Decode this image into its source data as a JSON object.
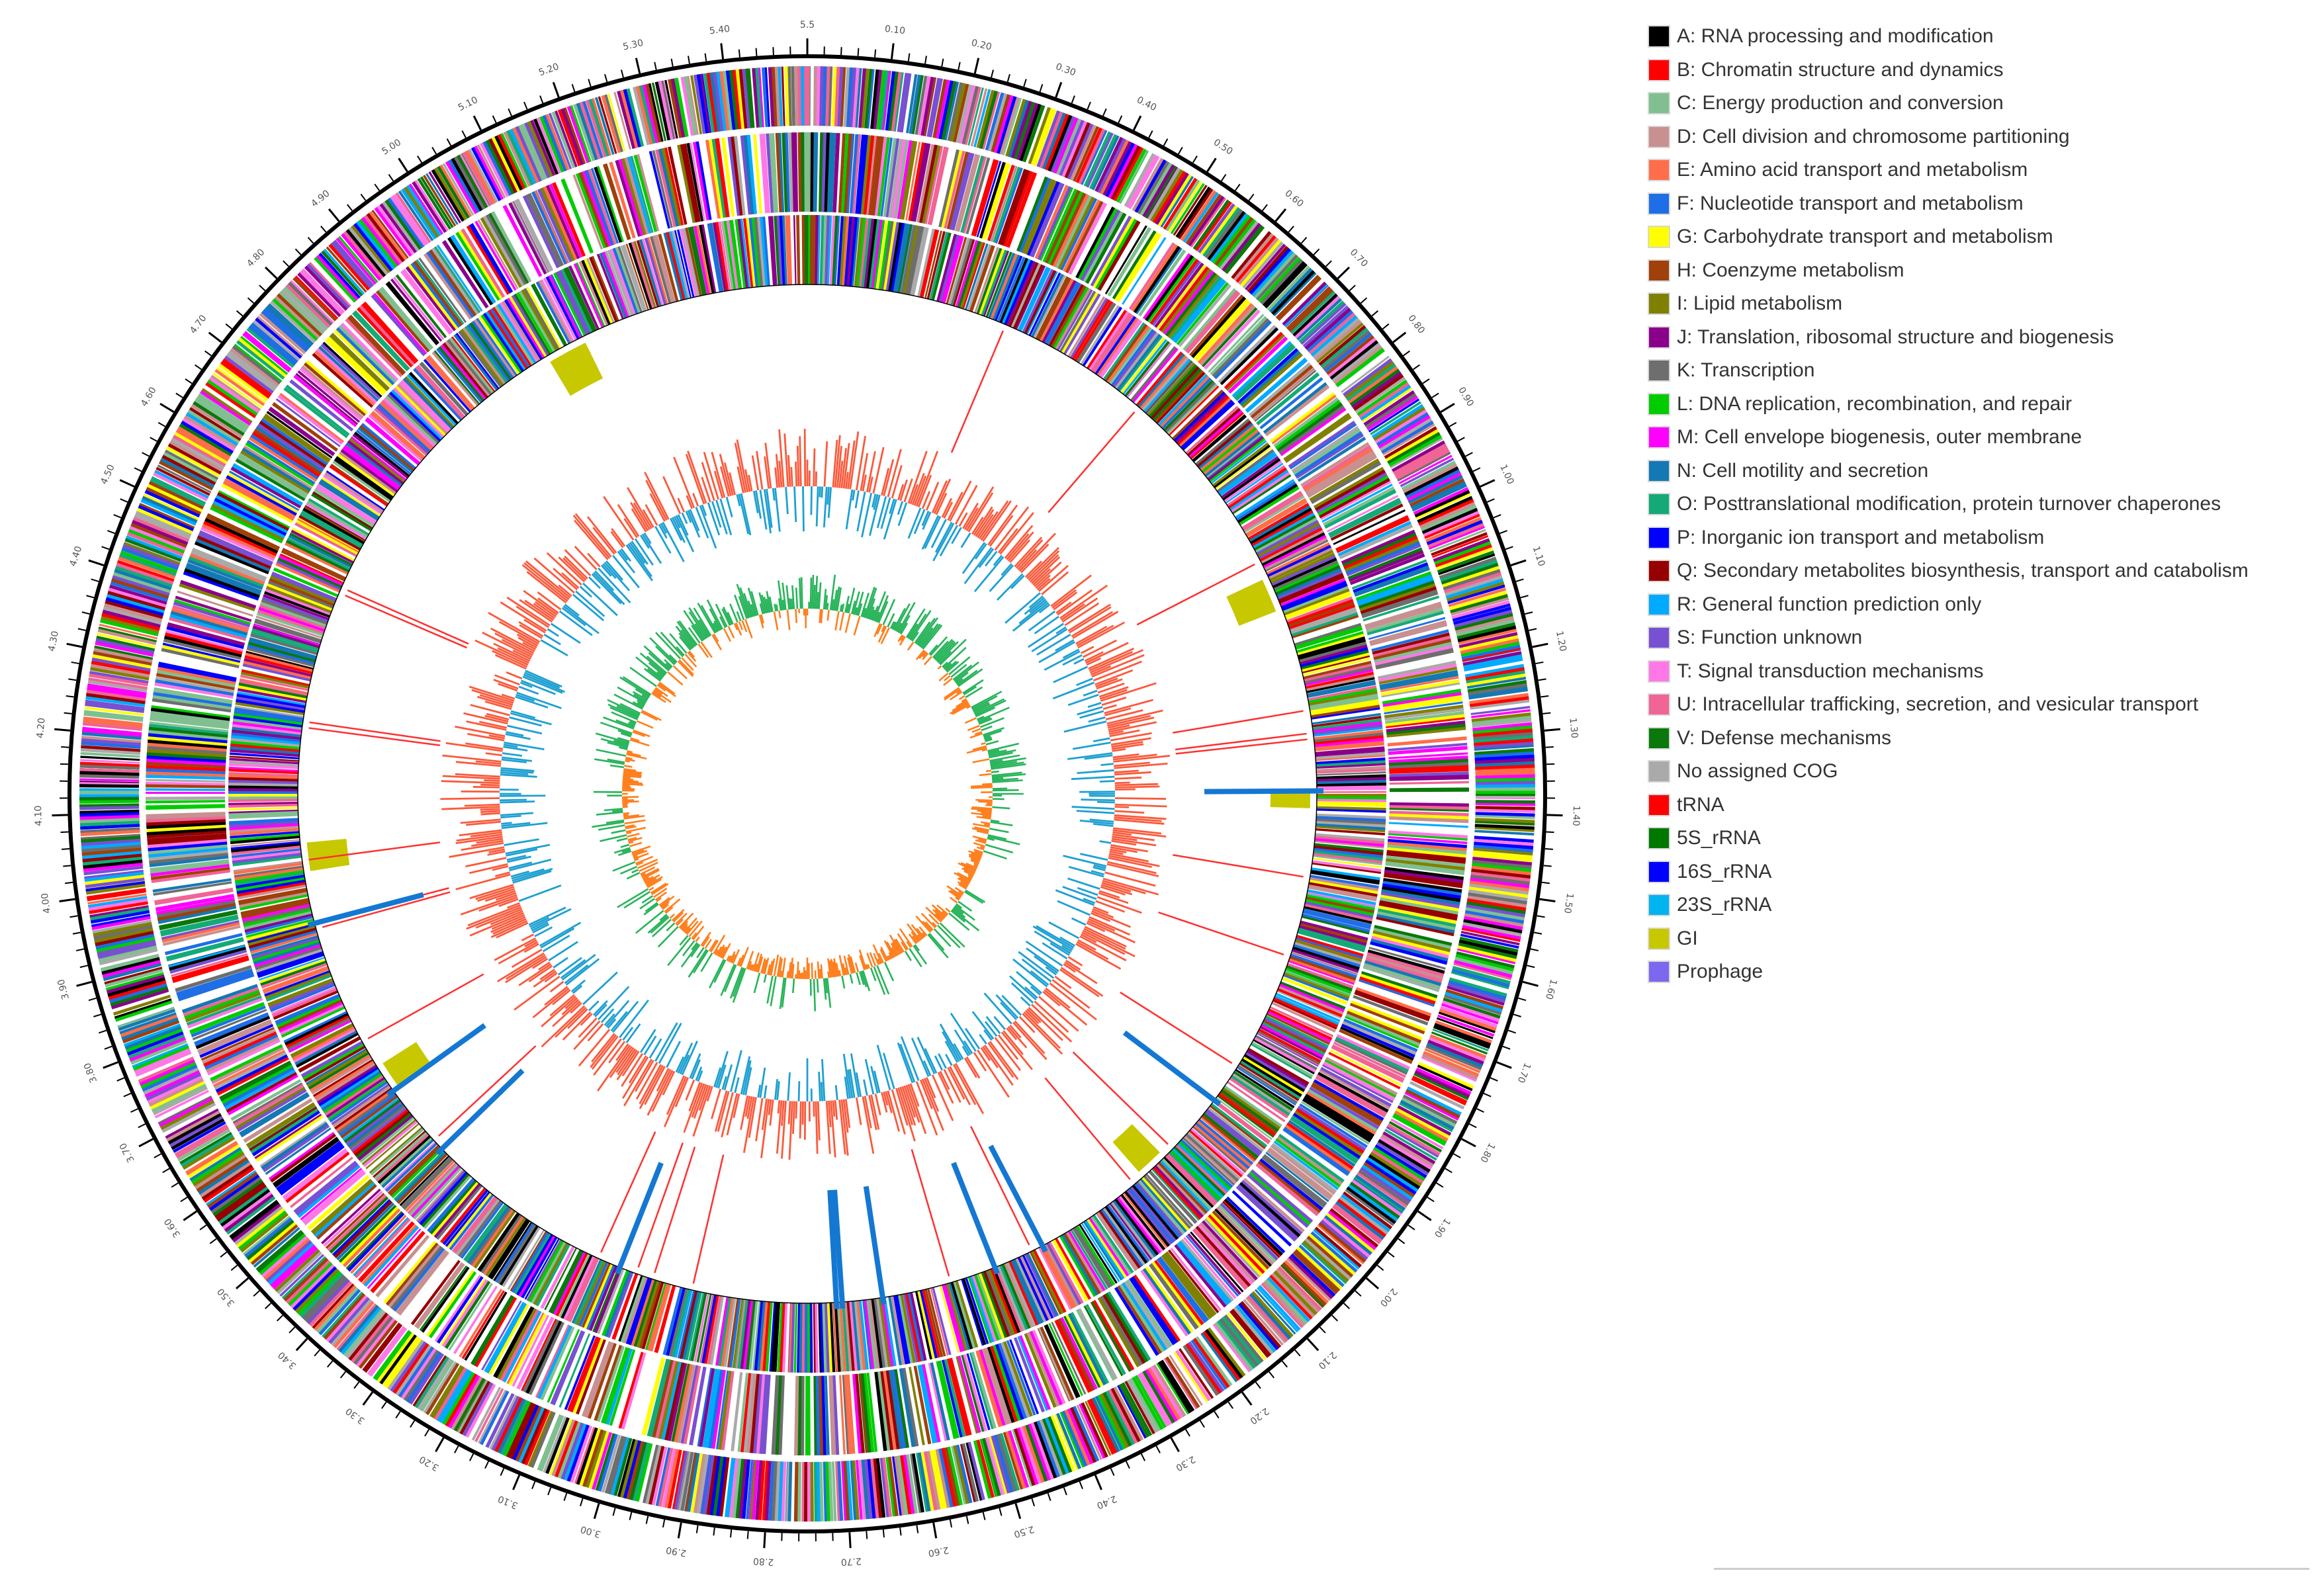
{
  "chart_data": {
    "type": "circular_genome_map",
    "genome_length_mb": 5.5,
    "tick_labels": [
      "0.10",
      "0.20",
      "0.30",
      "0.40",
      "0.50",
      "0.60",
      "0.70",
      "0.80",
      "0.90",
      "1.00",
      "1.10",
      "1.20",
      "1.30",
      "1.40",
      "1.50",
      "1.60",
      "1.70",
      "1.80",
      "1.90",
      "2.00",
      "2.10",
      "2.20",
      "2.30",
      "2.40",
      "2.50",
      "2.60",
      "2.70",
      "2.80",
      "2.90",
      "3.00",
      "3.10",
      "3.20",
      "3.30",
      "3.40",
      "3.50",
      "3.60",
      "3.70",
      "3.80",
      "3.90",
      "4.00",
      "4.10",
      "4.20",
      "4.30",
      "4.40",
      "4.50",
      "4.60",
      "4.70",
      "4.80",
      "4.90",
      "5.00",
      "5.10",
      "5.20",
      "5.30",
      "5.40",
      "5.5"
    ],
    "tick_values": [
      0.1,
      0.2,
      0.3,
      0.4,
      0.5,
      0.6,
      0.7,
      0.8,
      0.9,
      1.0,
      1.1,
      1.2,
      1.3,
      1.4,
      1.5,
      1.6,
      1.7,
      1.8,
      1.9,
      2.0,
      2.1,
      2.2,
      2.3,
      2.4,
      2.5,
      2.6,
      2.7,
      2.8,
      2.9,
      3.0,
      3.1,
      3.2,
      3.3,
      3.4,
      3.5,
      3.6,
      3.7,
      3.8,
      3.9,
      4.0,
      4.1,
      4.2,
      4.3,
      4.4,
      4.5,
      4.6,
      4.7,
      4.8,
      4.9,
      5.0,
      5.1,
      5.2,
      5.3,
      5.4,
      5.5
    ],
    "legend": [
      {
        "label": "A: RNA processing and modification",
        "color": "#000000"
      },
      {
        "label": "B: Chromatin structure and dynamics",
        "color": "#ff0000"
      },
      {
        "label": "C: Energy production and conversion",
        "color": "#80c090"
      },
      {
        "label": "D: Cell division and chromosome partitioning",
        "color": "#c89090"
      },
      {
        "label": "E: Amino acid transport and metabolism",
        "color": "#ff6e4a"
      },
      {
        "label": "F: Nucleotide transport and metabolism",
        "color": "#1e6ee6"
      },
      {
        "label": "G: Carbohydrate transport and metabolism",
        "color": "#ffff00"
      },
      {
        "label": "H: Coenzyme metabolism",
        "color": "#a0400a"
      },
      {
        "label": "I: Lipid metabolism",
        "color": "#808000"
      },
      {
        "label": "J: Translation, ribosomal structure and biogenesis",
        "color": "#8b008b"
      },
      {
        "label": "K: Transcription",
        "color": "#6e6e6e"
      },
      {
        "label": "L: DNA replication, recombination, and repair",
        "color": "#00cc00"
      },
      {
        "label": "M: Cell envelope biogenesis, outer membrane",
        "color": "#ff00ff"
      },
      {
        "label": "N: Cell motility and secretion",
        "color": "#1478b4"
      },
      {
        "label": "O: Posttranslational modification, protein turnover chaperones",
        "color": "#14aa78"
      },
      {
        "label": "P: Inorganic ion transport and metabolism",
        "color": "#0000ff"
      },
      {
        "label": "Q: Secondary metabolites biosynthesis, transport and catabolism",
        "color": "#960000"
      },
      {
        "label": "R: General function prediction only",
        "color": "#00aaff"
      },
      {
        "label": "S: Function unknown",
        "color": "#7850d2"
      },
      {
        "label": "T: Signal transduction mechanisms",
        "color": "#ff78e6"
      },
      {
        "label": "U: Intracellular trafficking, secretion, and vesicular transport",
        "color": "#f06496"
      },
      {
        "label": "V: Defense mechanisms",
        "color": "#0a780a"
      },
      {
        "label": "No assigned COG",
        "color": "#aaaaaa"
      },
      {
        "label": "tRNA",
        "color": "#ff0000"
      },
      {
        "label": "5S_rRNA",
        "color": "#007800"
      },
      {
        "label": "16S_rRNA",
        "color": "#0000ff"
      },
      {
        "label": "23S_rRNA",
        "color": "#00b4f0"
      },
      {
        "label": "GI",
        "color": "#c8c800"
      },
      {
        "label": "Prophage",
        "color": "#7b68ee"
      }
    ],
    "feature_tracks": {
      "gi_regions_mb": [
        [
          5.03,
          5.1
        ],
        [
          0.99,
          1.05
        ],
        [
          1.37,
          1.4
        ],
        [
          3.99,
          4.04
        ],
        [
          3.58,
          3.63
        ],
        [
          2.07,
          2.12
        ]
      ],
      "trna_positions_mb": [
        0.35,
        0.62,
        0.96,
        1.23,
        1.27,
        1.28,
        1.52,
        1.66,
        1.87,
        2.05,
        2.14,
        2.35,
        2.5,
        2.95,
        3.02,
        3.05,
        3.12,
        3.47,
        3.68,
        3.89,
        3.9,
        4.01,
        4.24,
        4.25,
        4.48,
        4.49
      ],
      "rrna_positions_mb": [
        1.37,
        1.94,
        2.33,
        2.42,
        2.62,
        2.69,
        2.7,
        3.08,
        3.45,
        3.58,
        3.9
      ]
    },
    "gc_content_color": "#fa5a3c",
    "gc_content_low_color": "#1ea0d2",
    "gc_skew_positive_color": "#28b45a",
    "gc_skew_negative_color": "#ff7f1e",
    "grid": false,
    "legend_position": "right"
  }
}
